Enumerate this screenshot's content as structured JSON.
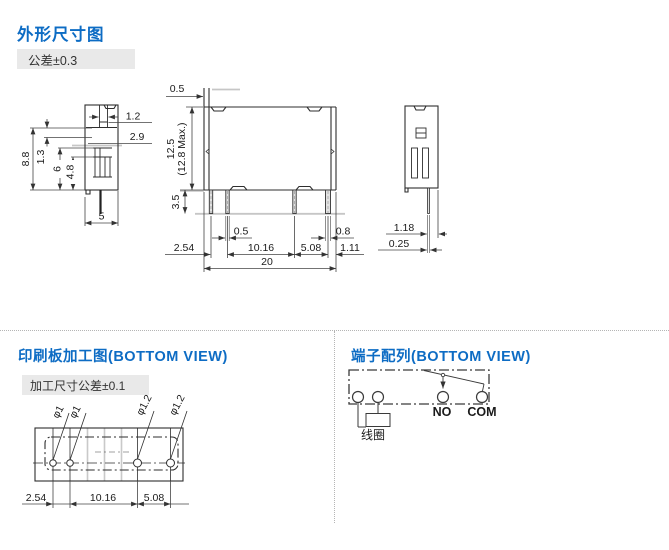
{
  "outline_section": {
    "title": "外形尺寸图",
    "tolerance": "公差±0.3",
    "side_left": {
      "dims": {
        "d88": "8.8",
        "d13": "1.3",
        "d6": "6",
        "d48": "4.8",
        "d12": "1.2",
        "d29": "2.9",
        "d5": "5"
      }
    },
    "front": {
      "dims": {
        "top05": "0.5",
        "h125": "12.5",
        "h128": "(12.8 Max.)",
        "pin35": "3.5",
        "pw05": "0.5",
        "pw08": "0.8",
        "p254": "2.54",
        "p1016": "10.16",
        "p508": "5.08",
        "p111": "1.11",
        "w20": "20"
      }
    },
    "side_right": {
      "dims": {
        "d118": "1.18",
        "d025": "0.25"
      }
    }
  },
  "pcb_section": {
    "title": "印刷板加工图(BOTTOM VIEW)",
    "tolerance": "加工尺寸公差±0.1",
    "holes": {
      "h1": "φ1",
      "h2": "φ1",
      "h3": "φ1.2",
      "h4": "φ1.2"
    },
    "dims": {
      "p254": "2.54",
      "p1016": "10.16",
      "p508": "5.08"
    }
  },
  "terminal_section": {
    "title": "端子配列(BOTTOM VIEW)",
    "labels": {
      "no": "NO",
      "com": "COM",
      "coil": "线圈"
    }
  }
}
